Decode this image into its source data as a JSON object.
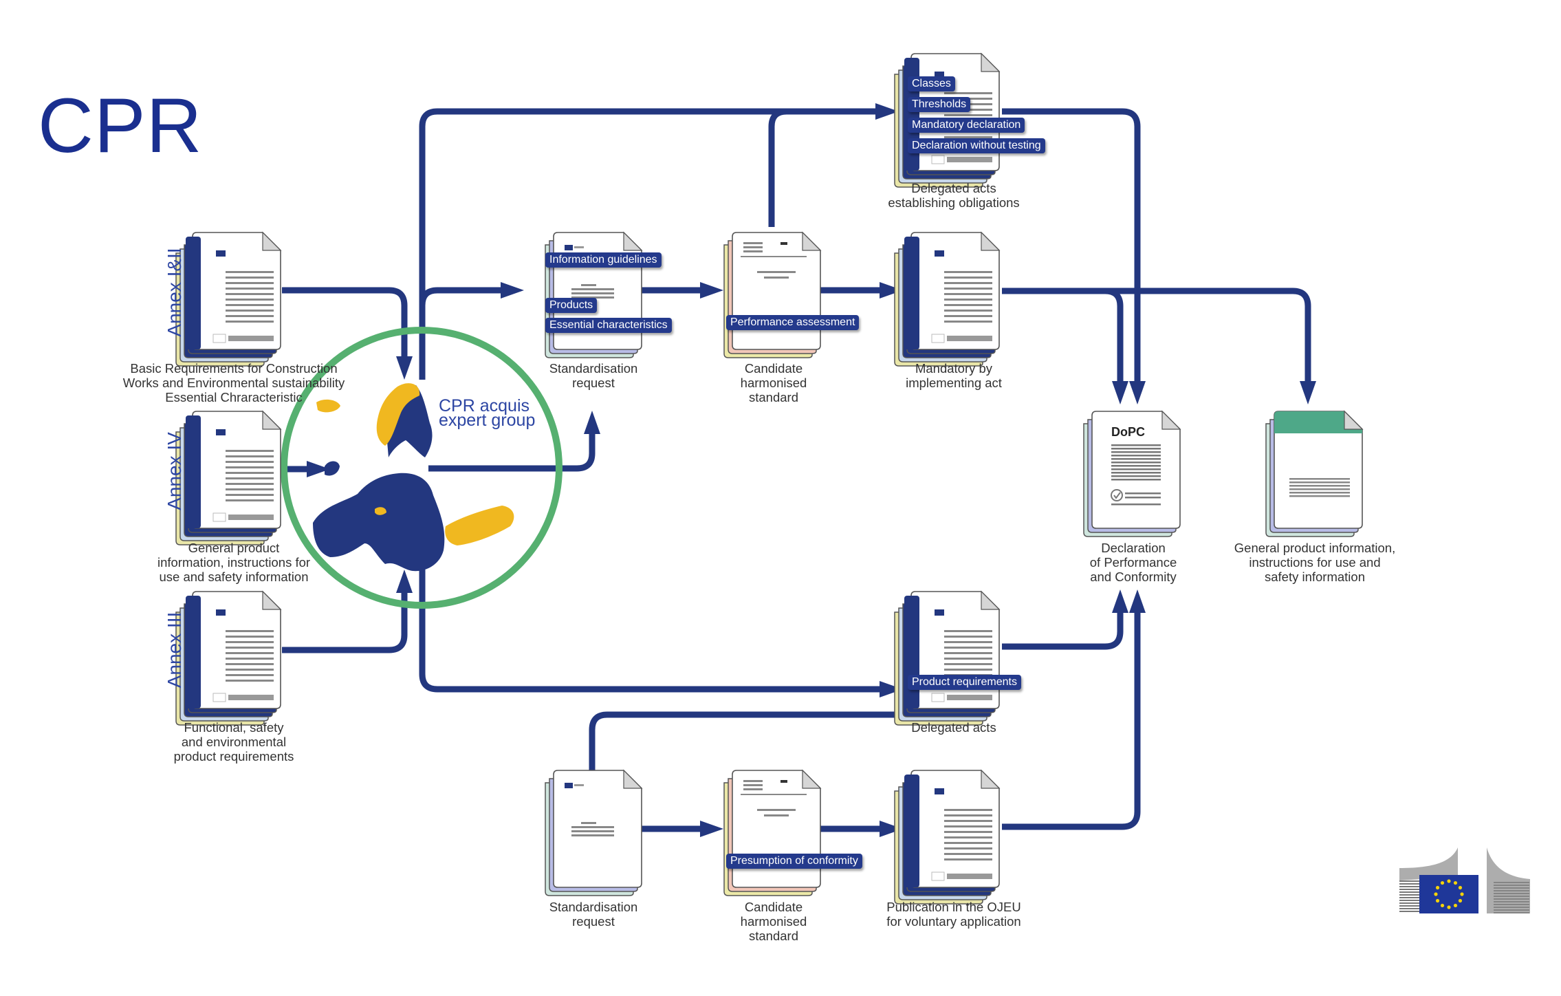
{
  "title": "CPR",
  "colors": {
    "arrow": "#23377f",
    "circle": "#56b070",
    "map_eu": "#23377f",
    "map_non_eu": "#f0b820",
    "tag_bg": "#243a8c",
    "title": "#1a2f8f",
    "gpi_header": "#4ea888"
  },
  "expert_group": {
    "label": "CPR acquis\nexpert group",
    "icon": "europe-map-icon"
  },
  "annexes": [
    {
      "id": "annex-1-2",
      "label": "Annex I&II",
      "caption": "Basic Requirements for Construction\nWorks and Environmental sustainability\nEssential Chraracteristic"
    },
    {
      "id": "annex-4",
      "label": "Annex IV",
      "caption": "General product\ninformation, instructions for\nuse and safety information"
    },
    {
      "id": "annex-3",
      "label": "Annex III",
      "caption": "Functional, safety\nand environmental\nproduct requirements"
    }
  ],
  "documents": {
    "delegated_obligations": {
      "caption": "Delegated acts\nestablishing obligations",
      "tags": [
        "Classes",
        "Thresholds",
        "Mandatory declaration",
        "Declaration without testing"
      ]
    },
    "standardisation_request_top": {
      "caption": "Standardisation\nrequest",
      "tags": [
        "Information guidelines",
        "Products",
        "Essential characteristics"
      ]
    },
    "candidate_standard_top": {
      "caption": "Candidate\nharmonised\nstandard",
      "tags": [
        "Performance assessment"
      ]
    },
    "mandatory_implementing": {
      "caption": "Mandatory by\nimplementing act"
    },
    "dopc": {
      "doc_title": "DoPC",
      "caption": "Declaration\nof Performance\nand Conformity"
    },
    "general_product_info": {
      "caption": "General product information,\ninstructions for use and\nsafety information"
    },
    "delegated_acts": {
      "caption": "Delegated acts",
      "tags": [
        "Product requirements"
      ]
    },
    "standardisation_request_bottom": {
      "caption": "Standardisation\nrequest"
    },
    "candidate_standard_bottom": {
      "caption": "Candidate\nharmonised\nstandard",
      "tags": [
        "Presumption of conformity"
      ]
    },
    "publication_ojeu": {
      "caption": "Publication in the OJEU\nfor voluntary application"
    }
  },
  "logo": {
    "name": "european-commission-logo",
    "stars": 12
  }
}
